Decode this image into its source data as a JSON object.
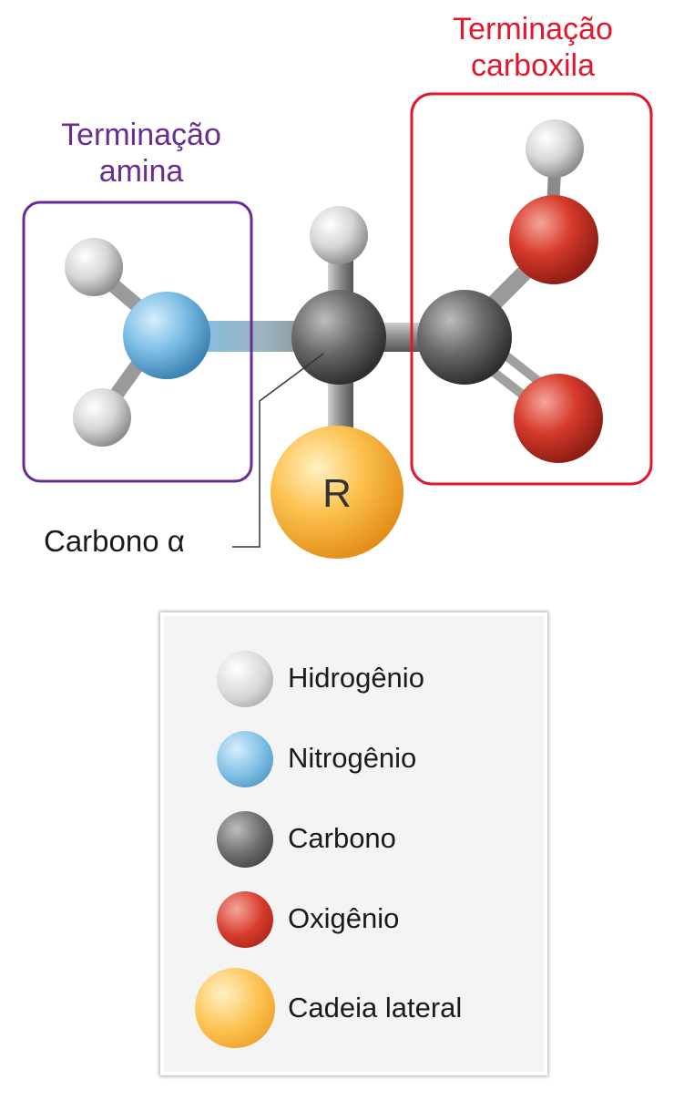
{
  "labels": {
    "amine_line1": "Terminação",
    "amine_line2": "amina",
    "carboxyl_line1": "Terminação",
    "carboxyl_line2": "carboxila",
    "alpha_carbon": "Carbono α",
    "side_chain_letter": "R"
  },
  "colors": {
    "amine": "#6a2c91",
    "carboxyl": "#e3172b",
    "hydrogen": "#cfcfcf",
    "nitrogen": "#7dbde3",
    "carbon": "#5a5a5a",
    "oxygen": "#d33a2c",
    "side_chain": "#fbbf4a"
  },
  "legend": {
    "items": [
      {
        "label": "Hidrogênio",
        "atom": "hydrogen"
      },
      {
        "label": "Nitrogênio",
        "atom": "nitrogen"
      },
      {
        "label": "Carbono",
        "atom": "carbon"
      },
      {
        "label": "Oxigênio",
        "atom": "oxygen"
      },
      {
        "label": "Cadeia lateral",
        "atom": "side_chain"
      }
    ]
  }
}
